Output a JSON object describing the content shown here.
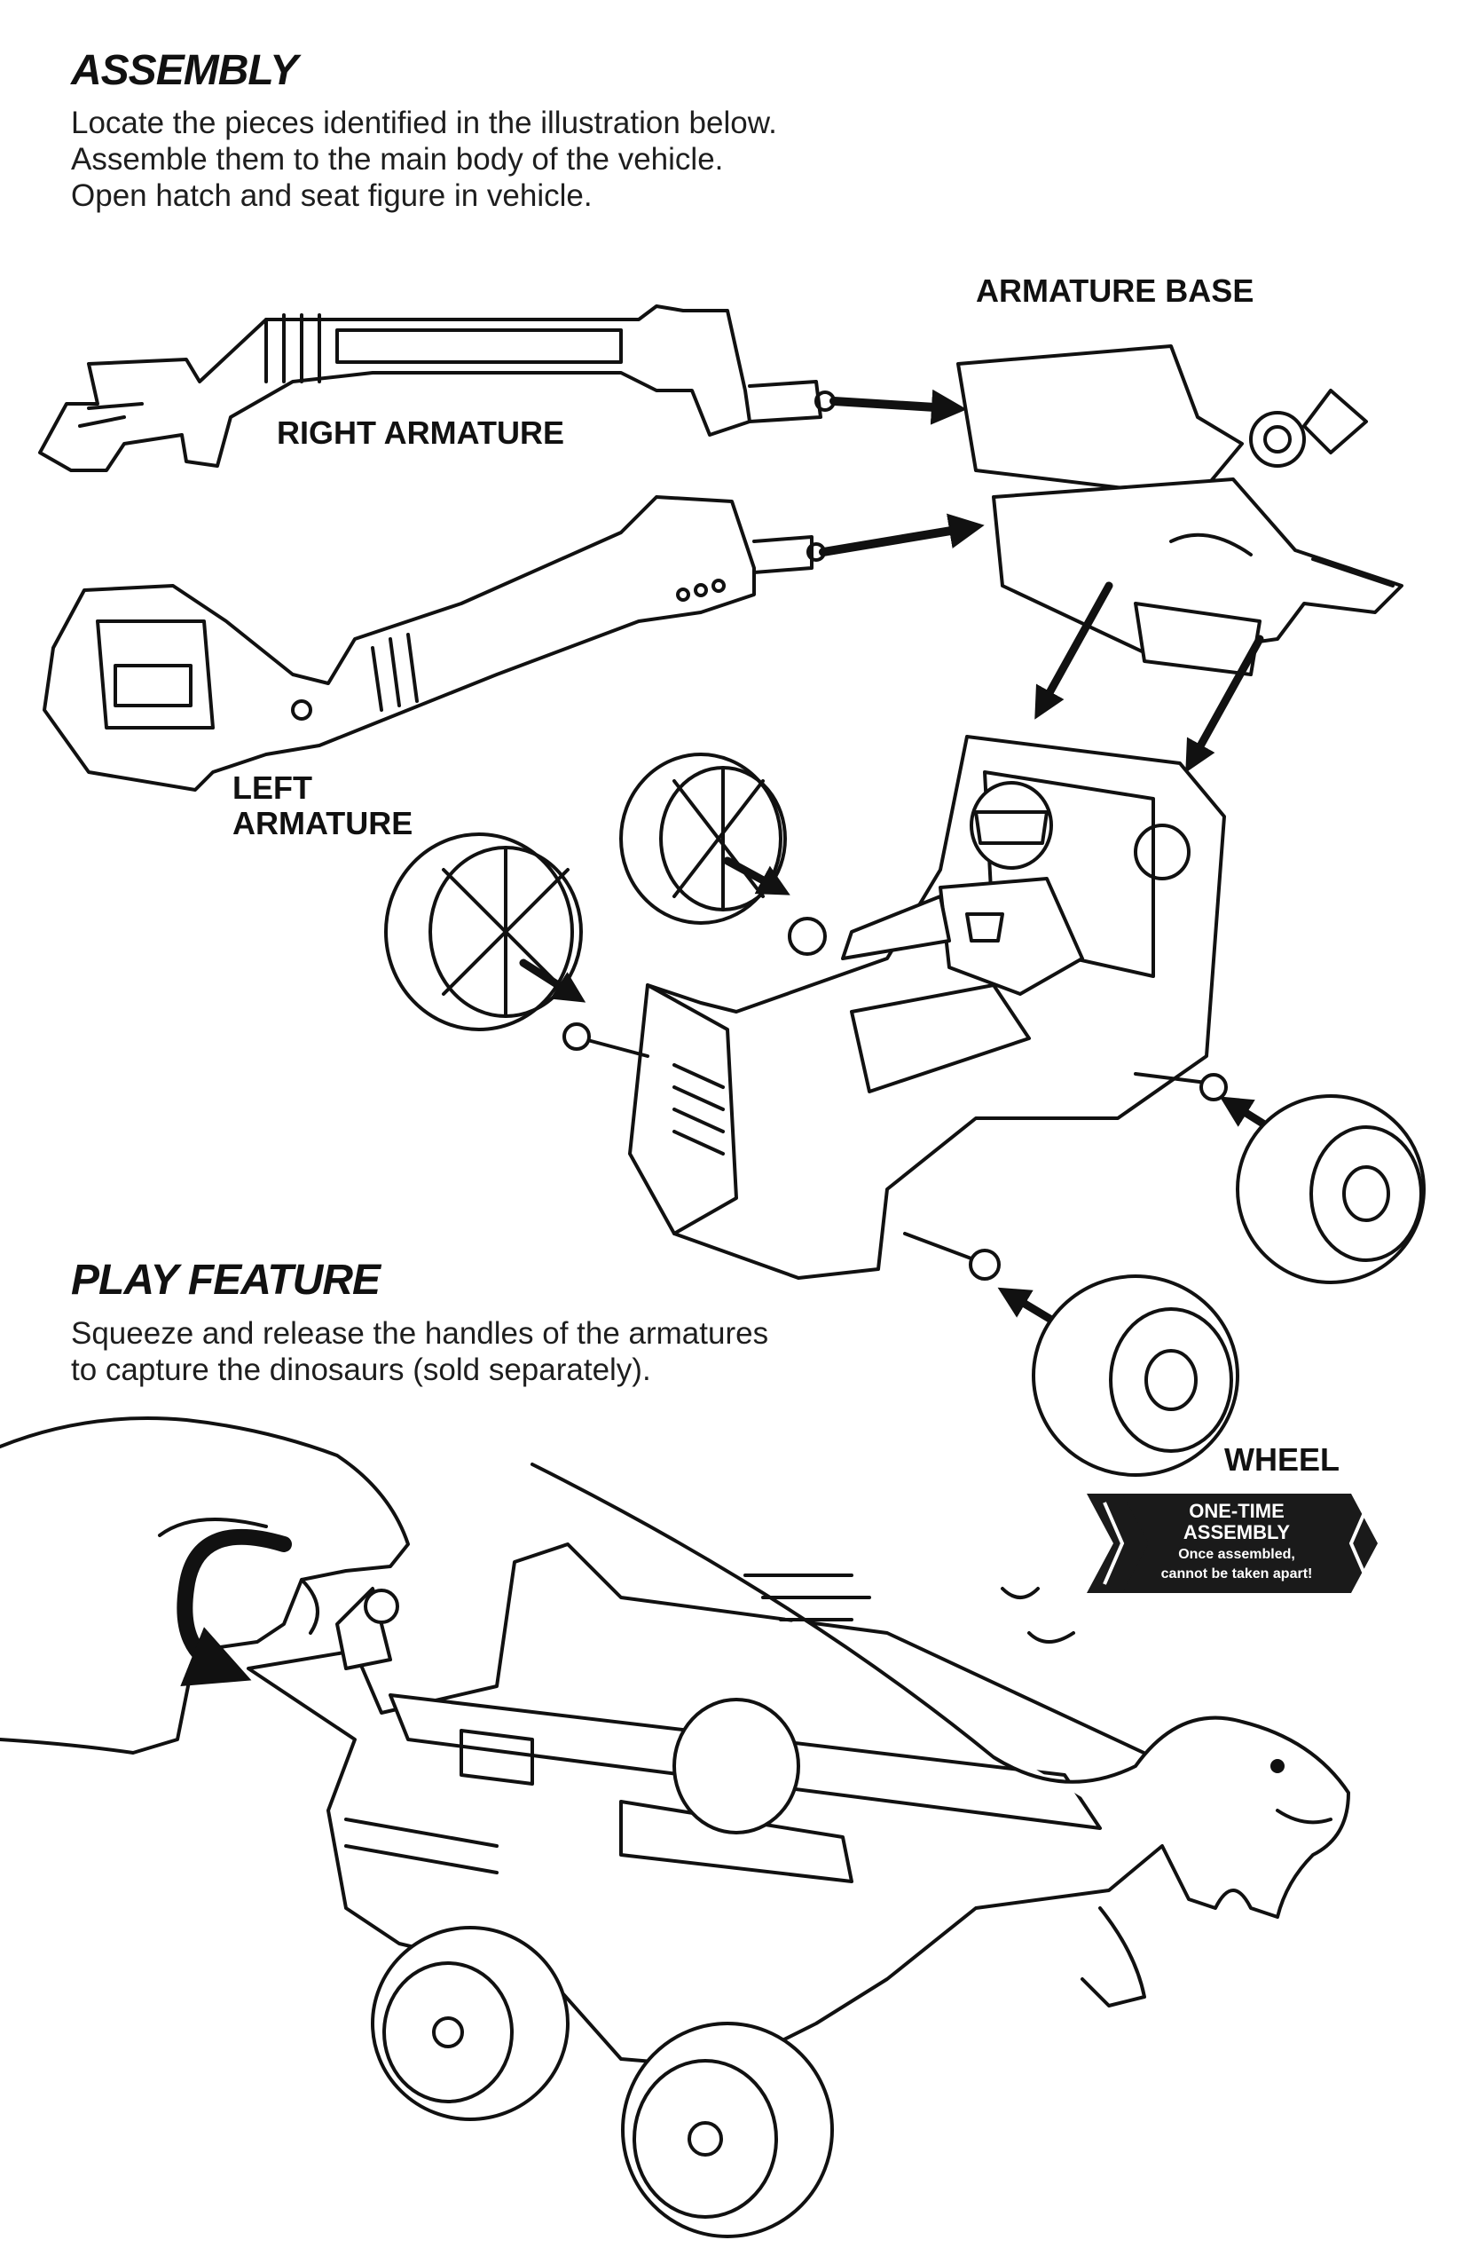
{
  "assembly": {
    "heading": "ASSEMBLY",
    "lines": [
      "Locate the pieces identified in the illustration below.",
      "Assemble them to the main body of the vehicle.",
      "Open hatch and seat figure in vehicle."
    ]
  },
  "labels": {
    "armature_base": "ARMATURE BASE",
    "right_armature": "RIGHT ARMATURE",
    "left_armature_line1": "LEFT",
    "left_armature_line2": "ARMATURE",
    "wheel": "WHEEL"
  },
  "play_feature": {
    "heading": "PLAY FEATURE",
    "lines": [
      "Squeeze and release the handles of the armatures",
      "to capture the dinosaurs (sold separately)."
    ]
  },
  "badge": {
    "title_line1": "ONE-TIME",
    "title_line2": "ASSEMBLY",
    "note_line1": "Once assembled,",
    "note_line2": "cannot be taken apart!"
  },
  "colors": {
    "ink": "#111111",
    "paper": "#ffffff",
    "badge": "#1a1a1a"
  }
}
